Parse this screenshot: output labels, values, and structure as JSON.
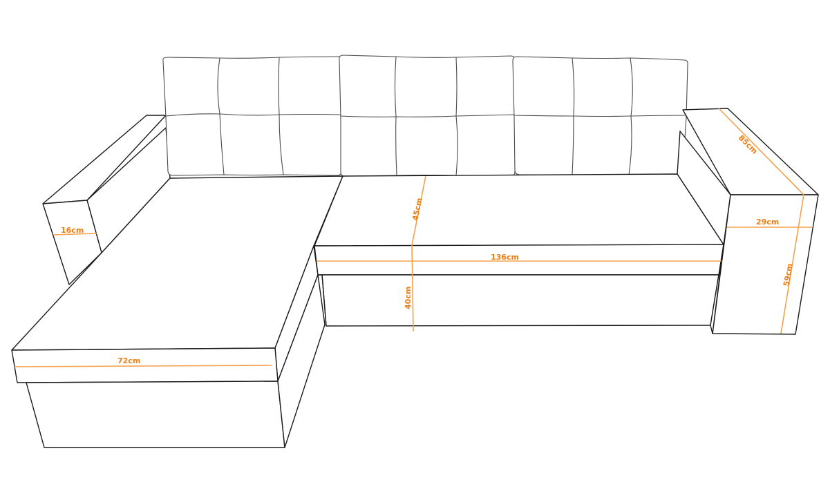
{
  "diagram": {
    "subject": "L-shaped corner sofa with chaise (left) and storage arm (right)",
    "style": "black line art on white background with orange dimension lines",
    "colors": {
      "background": "#ffffff",
      "outline": "#1a1a1a",
      "cushion_outline": "#4a4a4a",
      "dimension_line": "#f5a04a",
      "dimension_text": "#f07d12"
    },
    "back_cushions": {
      "count": 3,
      "tufts_per_cushion": 6,
      "rows": 2,
      "columns_per_cushion": 3
    },
    "dimensions": {
      "left_armrest_width": "16cm",
      "chaise_front_width": "72cm",
      "back_height": "45cm",
      "seat_height": "40cm",
      "seat_width": "136cm",
      "right_arm_depth": "85cm",
      "right_arm_width": "29cm",
      "right_arm_height": "59cm"
    }
  }
}
